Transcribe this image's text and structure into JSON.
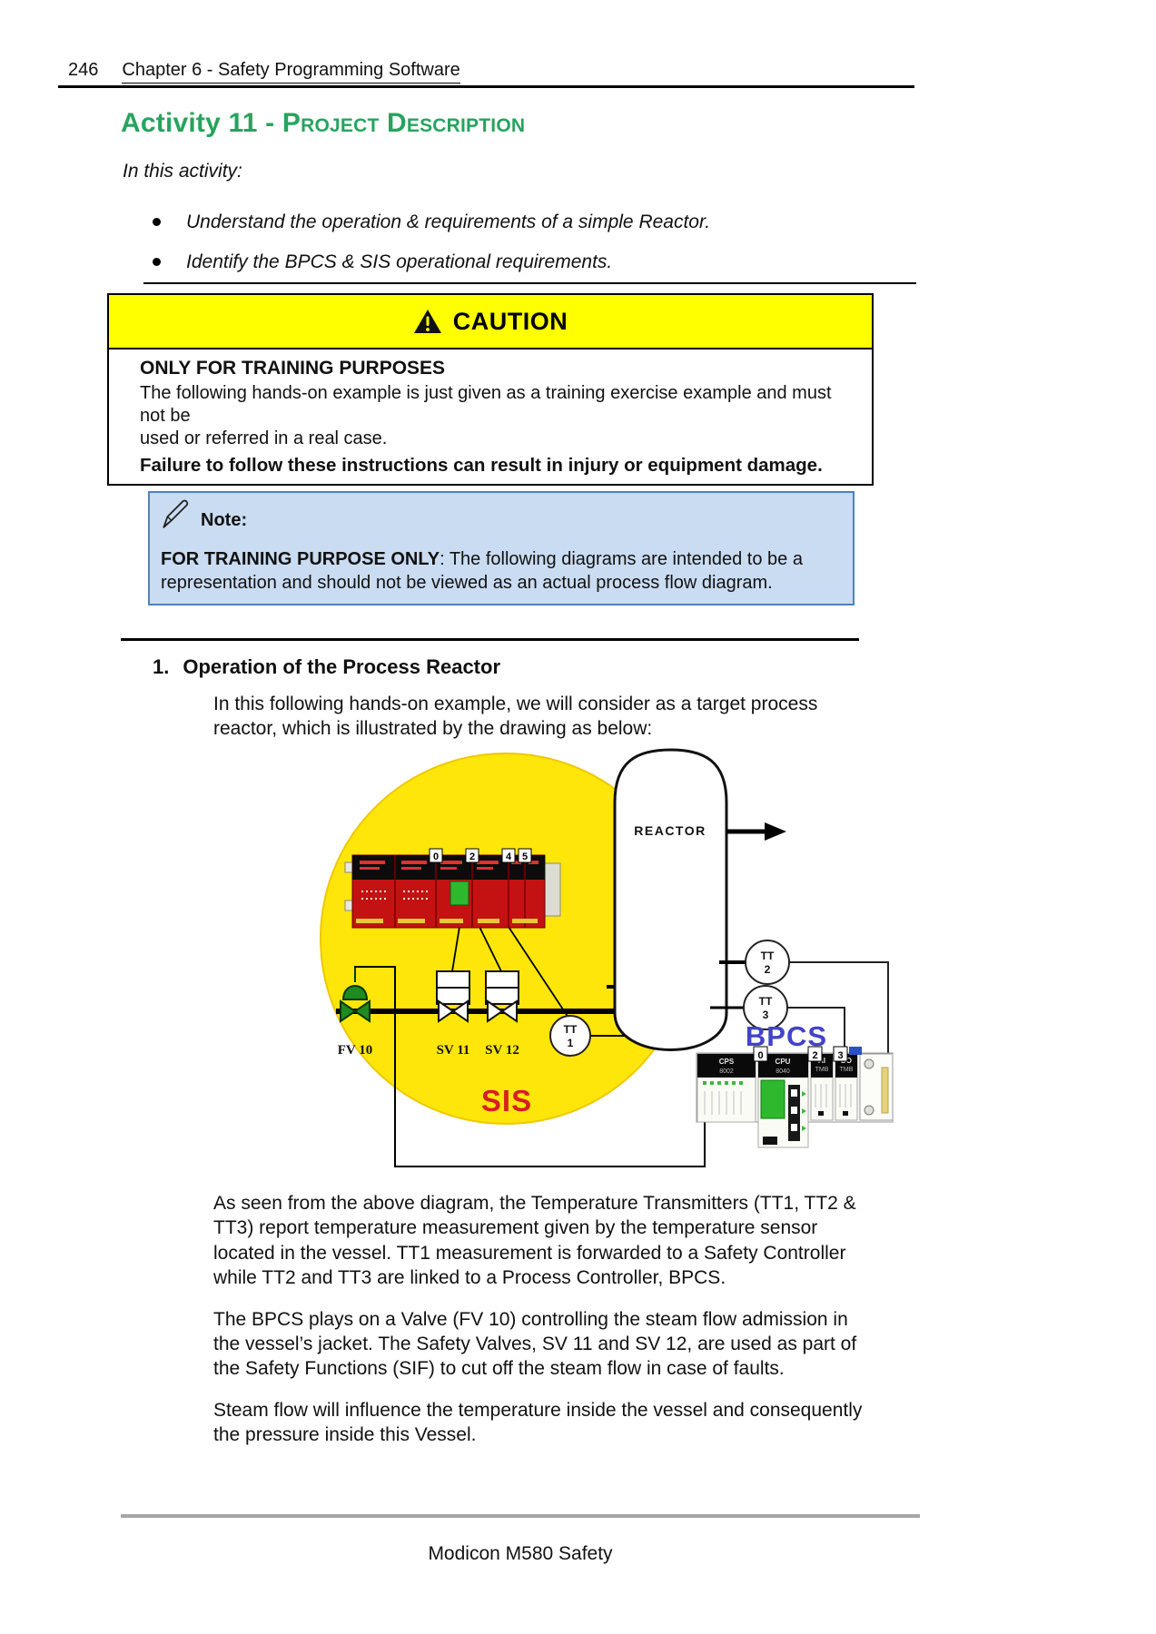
{
  "page": {
    "header": {
      "page_number": "246",
      "chapter": "Chapter 6 - Safety Programming Software"
    },
    "title": {
      "prefix": "Activity 11 - ",
      "smallcaps": "Project Description"
    },
    "intro": "In this activity:",
    "bullets": [
      "Understand the operation & requirements of a simple Reactor.",
      "Identify the BPCS & SIS operational requirements."
    ],
    "caution": {
      "title": "CAUTION",
      "heading": "ONLY FOR TRAINING PURPOSES",
      "body_lines": [
        "The following hands-on example is just given as a training exercise example and must not be",
        "used or referred in a real case."
      ],
      "emphasis": "Failure to follow these instructions can result in injury or equipment damage."
    },
    "note": {
      "label": "Note:",
      "strong": "FOR TRAINING PURPOSE ONLY",
      "line1_rest": ": The following diagrams are intended to be a",
      "line2": "representation and should not be viewed as an actual process flow diagram."
    },
    "section": {
      "number": "1.",
      "title": "Operation of the Process Reactor",
      "lead_lines": [
        "In this following hands-on example, we will consider as a target process",
        "reactor, which is illustrated by the drawing as below:"
      ]
    },
    "paragraphs": {
      "p1": [
        "As seen from the above diagram, the Temperature Transmitters (TT1, TT2 &",
        "TT3) report temperature measurement given by the temperature sensor",
        "located in the vessel. TT1 measurement is forwarded to a Safety Controller",
        "while TT2 and TT3 are linked to a Process Controller, BPCS."
      ],
      "p2": [
        "The BPCS plays on a Valve (FV 10) controlling the steam flow admission in",
        "the vessel’s jacket. The Safety Valves, SV 11 and SV 12, are used as part of",
        "the Safety Functions (SIF) to cut off the steam flow in case of faults."
      ],
      "p3": [
        "Steam flow will influence the temperature inside the vessel and consequently",
        "the pressure inside this Vessel."
      ]
    },
    "footer": "Modicon M580 Safety"
  },
  "diagram": {
    "labels": {
      "reactor": "REACTOR",
      "tt": "TT",
      "n1": "1",
      "n2": "2",
      "n3": "3",
      "fv10": "FV 10",
      "sv11": "SV 11",
      "sv12": "SV 12",
      "sis": "SIS",
      "bpcs": "BPCS"
    },
    "sis_slots": [
      "0",
      "2",
      "4",
      "5"
    ],
    "bpcs_slots": [
      "0",
      "2",
      "3"
    ],
    "bpcs_modules": {
      "ps1": "CPS",
      "ps2": "8002",
      "cpu1": "CPU",
      "cpu2": "8040",
      "ai1": "AI",
      "ai2": "TMB",
      "do1": "DO",
      "do2": "TMB"
    }
  },
  "colors": {
    "heading_green": "#27A35F",
    "caution_yellow": "#FFFF00",
    "note_bg": "#CADCF2",
    "note_border": "#4F81BD",
    "sis_circle_yellow": "#FFE60A",
    "sis_rack_red": "#C41212",
    "valve_green": "#1F8A1F",
    "sis_text_red": "#D42121",
    "bpcs_text_blue": "#4343C8",
    "footer_rule_gray": "#A6A6A6"
  }
}
